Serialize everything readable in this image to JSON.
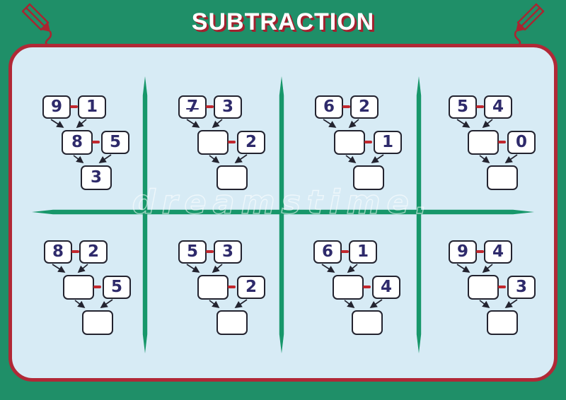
{
  "page": {
    "title": "SUBTRACTION",
    "type_label": "subtraction chain worksheet"
  },
  "icons": {
    "top_left": "pencil-scribble-icon",
    "top_right": "pencil-scribble-icon"
  },
  "watermark": {
    "text": "dreamstime."
  },
  "colors": {
    "background_green": "#1f8f68",
    "divider_green": "#17976a",
    "panel_blue": "#d7ebf5",
    "border_red": "#b12836",
    "minus_red": "#c1272d",
    "digit_navy": "#2e2a6b",
    "title_shadow_red": "#a2212e",
    "box_border": "#23232f"
  },
  "puzzles": [
    {
      "minuend": "9",
      "subtrahend1": "1",
      "difference1": "8",
      "subtrahend2": "5",
      "answer": "3"
    },
    {
      "minuend": "7",
      "subtrahend1": "3",
      "difference1": "",
      "subtrahend2": "2",
      "answer": ""
    },
    {
      "minuend": "6",
      "subtrahend1": "2",
      "difference1": "",
      "subtrahend2": "1",
      "answer": ""
    },
    {
      "minuend": "5",
      "subtrahend1": "4",
      "difference1": "",
      "subtrahend2": "0",
      "answer": ""
    },
    {
      "minuend": "8",
      "subtrahend1": "2",
      "difference1": "",
      "subtrahend2": "5",
      "answer": ""
    },
    {
      "minuend": "5",
      "subtrahend1": "3",
      "difference1": "",
      "subtrahend2": "2",
      "answer": ""
    },
    {
      "minuend": "6",
      "subtrahend1": "1",
      "difference1": "",
      "subtrahend2": "4",
      "answer": ""
    },
    {
      "minuend": "9",
      "subtrahend1": "4",
      "difference1": "",
      "subtrahend2": "3",
      "answer": ""
    }
  ]
}
